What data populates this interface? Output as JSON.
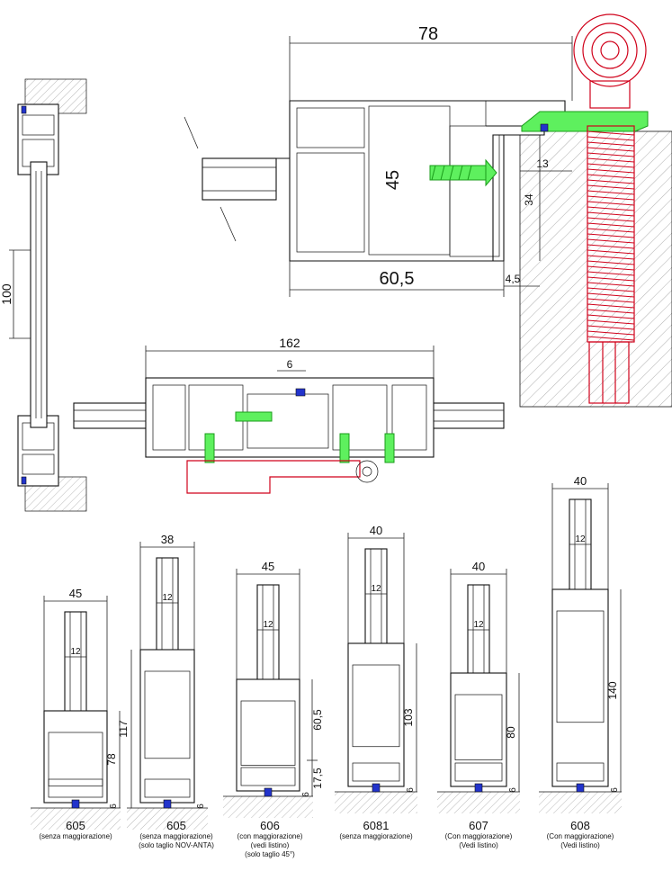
{
  "top_section": {
    "dim_width_outer": "78",
    "dim_height_profile": "45",
    "dim_width_profile": "60,5",
    "dim_13": "13",
    "dim_34": "34",
    "dim_4_5": "4,5"
  },
  "left_section": {
    "dim_100": "100"
  },
  "middle_section": {
    "dim_162": "162",
    "dim_6": "6"
  },
  "profiles": [
    {
      "code": "605",
      "width": "45",
      "glass": "12",
      "height": "78",
      "base": "6",
      "notes": [
        "(senza maggiorazione)"
      ]
    },
    {
      "code": "605",
      "width": "38",
      "glass": "12",
      "height": "117",
      "base": "6",
      "notes": [
        "(senza maggiorazione)",
        "(solo taglio NOV-ANTA)"
      ]
    },
    {
      "code": "606",
      "width": "45",
      "glass": "12",
      "height_a": "60,5",
      "height_b": "17,5",
      "base": "6",
      "notes": [
        "(con maggiorazione)",
        "(vedi listino)",
        "(solo taglio 45°)"
      ]
    },
    {
      "code": "6081",
      "width": "40",
      "glass": "12",
      "height": "103",
      "base": "6",
      "notes": [
        "(senza maggiorazione)"
      ]
    },
    {
      "code": "607",
      "width": "40",
      "glass": "12",
      "height": "80",
      "base": "6",
      "notes": [
        "(Con maggiorazione)",
        "(Vedi listino)"
      ]
    },
    {
      "code": "608",
      "width": "40",
      "glass": "12",
      "height": "140",
      "base": "6",
      "notes": [
        "(Con maggiorazione)",
        "(Vedi listino)"
      ]
    }
  ],
  "colors": {
    "line": "#111111",
    "anchor": "#d0021b",
    "screw": "#5ef05e",
    "seal": "#2233cc",
    "hatch": "#9a9a9a"
  }
}
